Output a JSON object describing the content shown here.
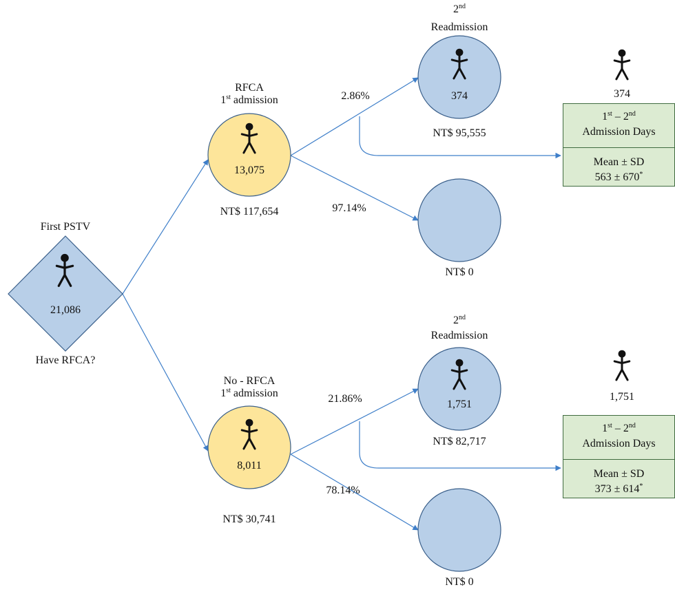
{
  "colors": {
    "blue_node": "#b8cfe8",
    "yellow_node": "#fde59a",
    "green_box": "#dcebd2",
    "arrow": "#3f7fc9"
  },
  "icons": [
    "person-icon"
  ],
  "root": {
    "title": "First PSTV",
    "count": "21,086",
    "question": "Have RFCA?"
  },
  "upper": {
    "branch_title": "RFCA",
    "admission_ord": "1",
    "admission_sup": "st",
    "admission_word": " admission",
    "count": "13,075",
    "cost": "NT$ 117,654",
    "pct_readmit": "2.86%",
    "pct_no": "97.14%",
    "readmit_ord": "2",
    "readmit_sup": "nd",
    "readmit_title": "Readmission",
    "readmit_count": "374",
    "readmit_cost": "NT$ 95,555",
    "no_readmit_cost": "NT$ 0",
    "summary_count": "374",
    "summary_range_a": "1",
    "summary_range_a_sup": "st",
    "summary_range_dash": " – 2",
    "summary_range_b_sup": "nd",
    "summary_title2": "Admission Days",
    "summary_stat_label": "Mean ± SD",
    "summary_stat_value": "563 ± 670",
    "summary_stat_mark": "*"
  },
  "lower": {
    "branch_title": "No - RFCA",
    "admission_ord": "1",
    "admission_sup": "st",
    "admission_word": " admission",
    "count": "8,011",
    "cost": "NT$ 30,741",
    "pct_readmit": "21.86%",
    "pct_no": "78.14%",
    "readmit_ord": "2",
    "readmit_sup": "nd",
    "readmit_title": "Readmission",
    "readmit_count": "1,751",
    "readmit_cost": "NT$ 82,717",
    "no_readmit_cost": "NT$ 0",
    "summary_count": "1,751",
    "summary_range_a": "1",
    "summary_range_a_sup": "st",
    "summary_range_dash": " – 2",
    "summary_range_b_sup": "nd",
    "summary_title2": "Admission Days",
    "summary_stat_label": "Mean ± SD",
    "summary_stat_value": "373 ± 614",
    "summary_stat_mark": "*"
  }
}
